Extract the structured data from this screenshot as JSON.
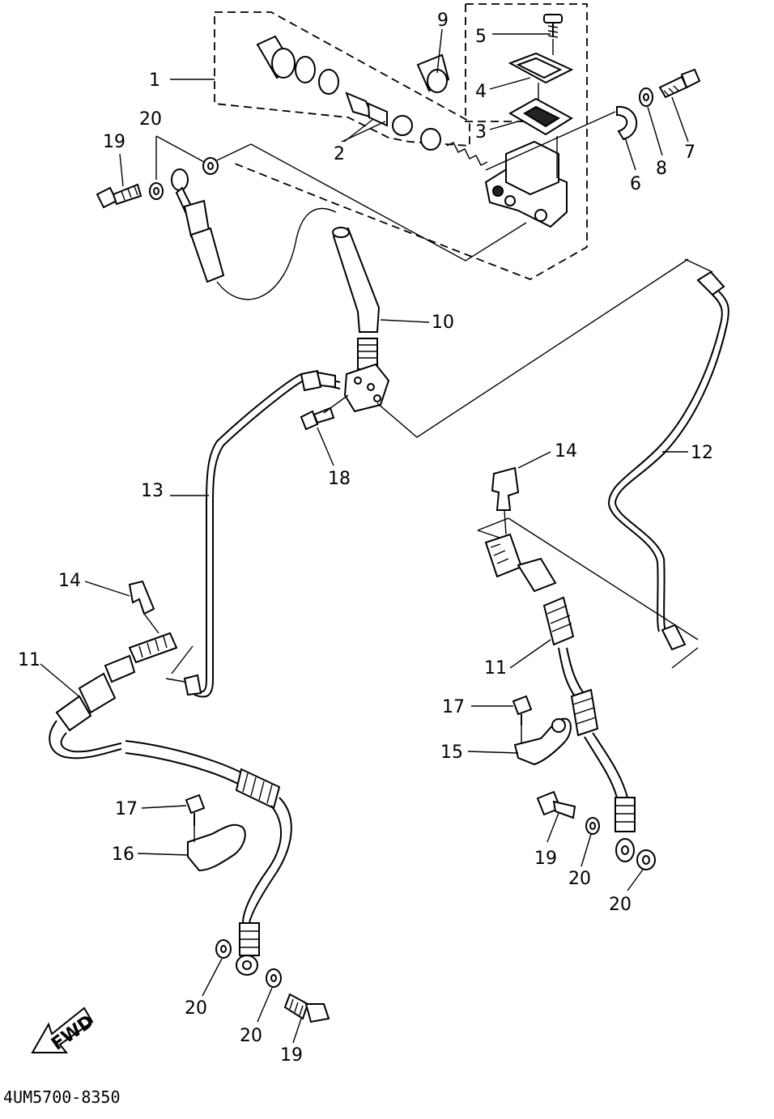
{
  "diagram": {
    "drawing_code": "4UM5700-8350",
    "fwd_label": "FWD",
    "callouts": [
      "1",
      "2",
      "3",
      "4",
      "5",
      "6",
      "7",
      "8",
      "9",
      "10",
      "11",
      "12",
      "13",
      "14",
      "15",
      "16",
      "17",
      "18",
      "19",
      "20"
    ]
  }
}
